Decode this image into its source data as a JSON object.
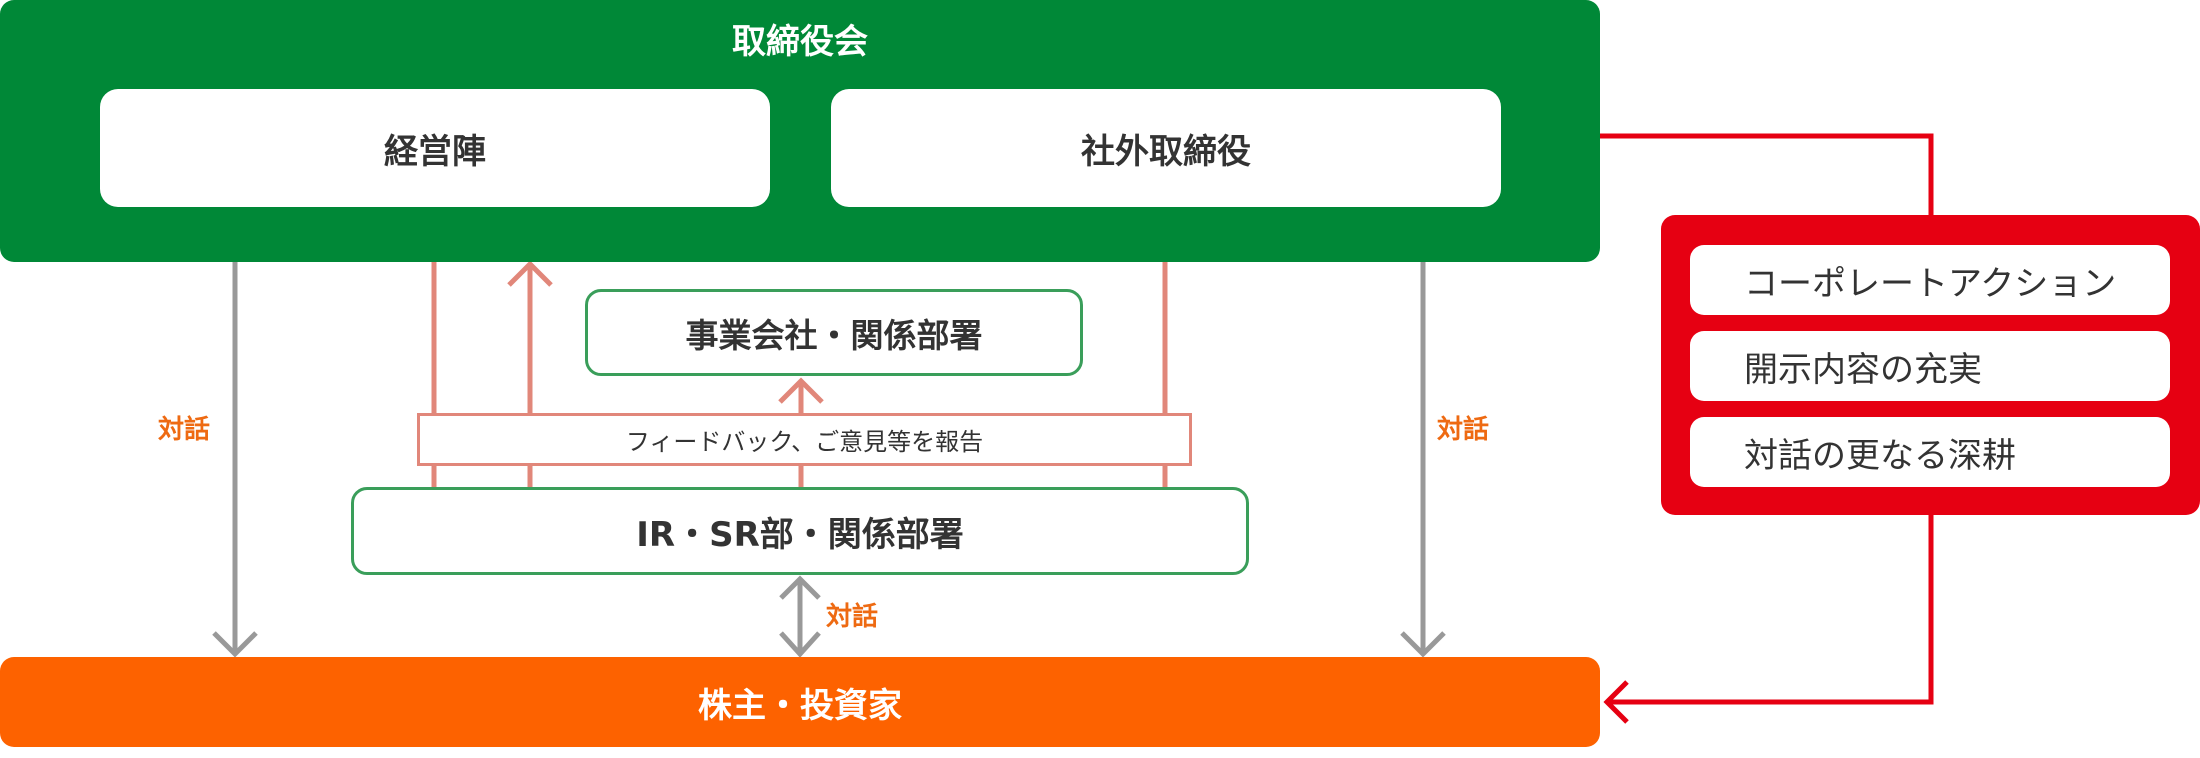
{
  "board": {
    "title": "取締役会",
    "management": "経営陣",
    "outside_directors": "社外取締役"
  },
  "group_companies": "事業会社・関係部署",
  "feedback": "フィードバック、ご意見等を報告",
  "ir_sr": "IR・SR部・関係部署",
  "shareholders": "株主・投資家",
  "dialog_label": "対話",
  "actions": [
    "コーポレートアクション",
    "開示内容の充実",
    "対話の更なる深耕"
  ],
  "colors": {
    "board_green": "#008837",
    "box_border_green": "#3a9e5a",
    "shareholder_orange": "#fd6200",
    "dialog_orange": "#ee6a12",
    "feedback_salmon": "#e1877a",
    "action_red": "#e60012",
    "dialog_arrow_gray": "#999999"
  }
}
